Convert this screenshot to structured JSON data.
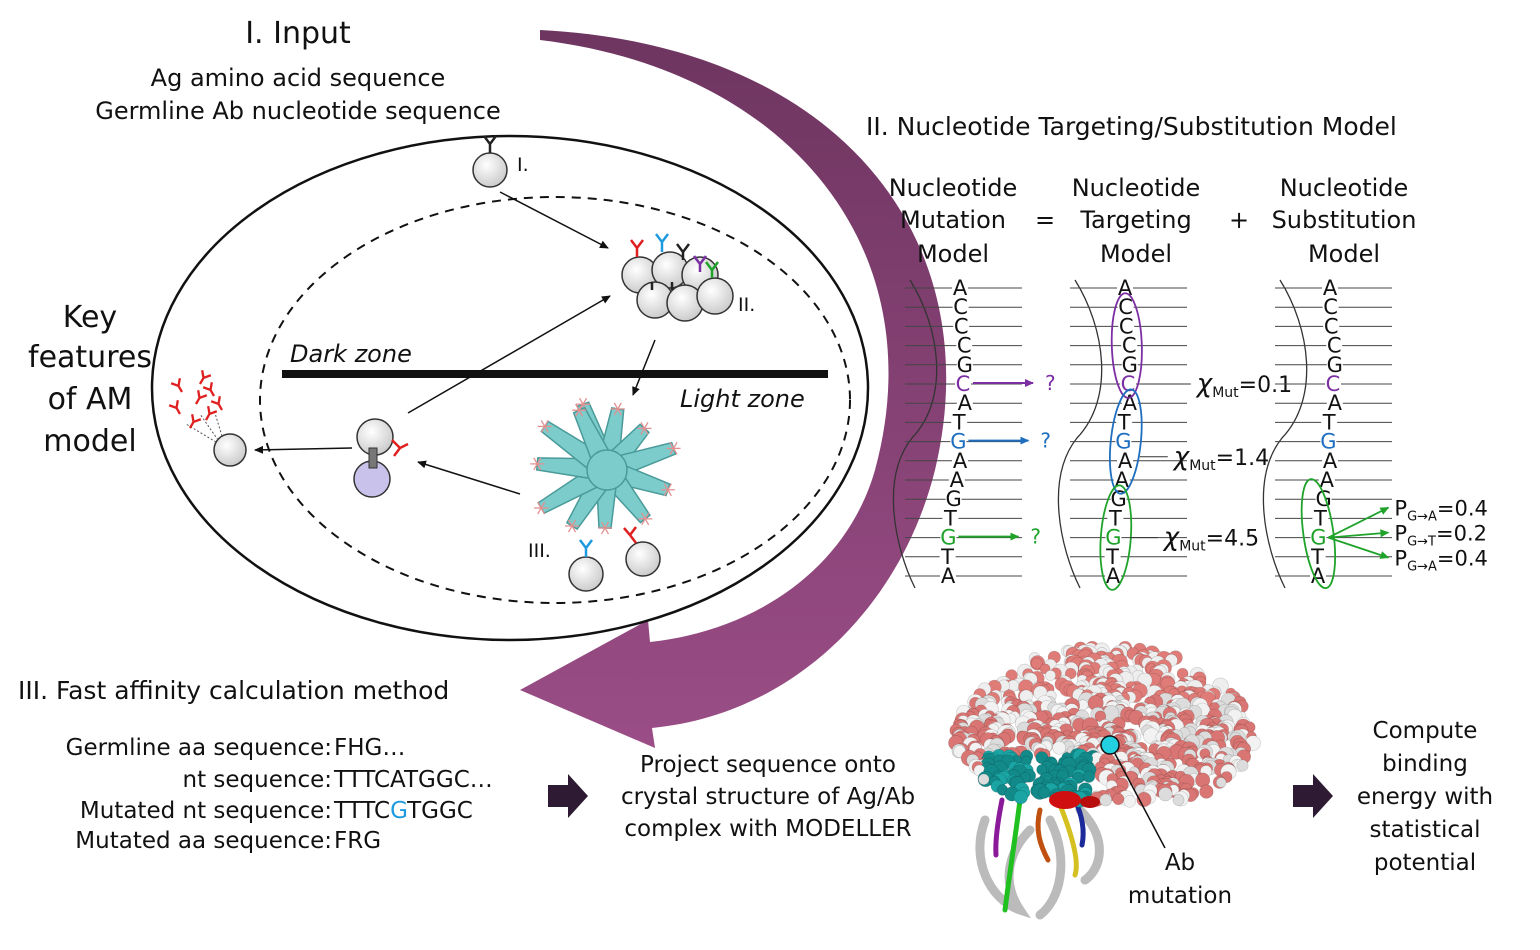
{
  "section1": {
    "title": "I. Input",
    "line1": "Ag amino acid sequence",
    "line2": "Germline Ab nucleotide sequence"
  },
  "key_features": [
    "Key",
    "features",
    "of AM",
    "model"
  ],
  "gc_diagram": {
    "dark_zone": "Dark zone",
    "light_zone": "Light zone",
    "stage_labels": [
      "I.",
      "II.",
      "III."
    ]
  },
  "section2": {
    "title": "II. Nucleotide Targeting/Substitution Model",
    "model1": [
      "Nucleotide",
      "Mutation",
      "Model"
    ],
    "equals": "=",
    "model2": [
      "Nucleotide",
      "Targeting",
      "Model"
    ],
    "plus": "+",
    "model3": [
      "Nucleotide",
      "Substitution",
      "Model"
    ],
    "sequence": [
      "A",
      "C",
      "C",
      "C",
      "G",
      "C",
      "A",
      "T",
      "G",
      "A",
      "A",
      "G",
      "T",
      "G",
      "T",
      "A"
    ],
    "question": "?",
    "chi_symbol": "χ",
    "chi_sub": "Mut",
    "chi_values": [
      "=0.1",
      "=1.4",
      "=4.5"
    ],
    "p_symbol": "P",
    "p_subs": [
      "G→A",
      "G→T",
      "G→A"
    ],
    "p_values": [
      "=0.4",
      "=0.2",
      "=0.4"
    ],
    "colors": {
      "purple": "#7b2fa3",
      "blue": "#1e6fc0",
      "green": "#1fa32a"
    }
  },
  "section3": {
    "title": "III. Fast affinity calculation method",
    "seq_rows": [
      {
        "label": "Germline aa sequence: ",
        "value_pre": "FHG…",
        "value_hl": "",
        "value_post": ""
      },
      {
        "label": "nt sequence: ",
        "value_pre": "TTTCATGGC…",
        "value_hl": "",
        "value_post": ""
      },
      {
        "label": "Mutated nt sequence: ",
        "value_pre": "TTTC",
        "value_hl": "G",
        "value_post": "TGGC"
      },
      {
        "label": "Mutated aa sequence: ",
        "value_pre": "FRG",
        "value_hl": "",
        "value_post": ""
      }
    ],
    "project": [
      "Project sequence onto",
      "crystal structure of Ag/Ab",
      "complex with MODELLER"
    ],
    "ab_mutation": [
      "Ab",
      "mutation"
    ],
    "compute": [
      "Compute",
      "binding",
      "energy with",
      "statistical",
      "potential"
    ]
  }
}
